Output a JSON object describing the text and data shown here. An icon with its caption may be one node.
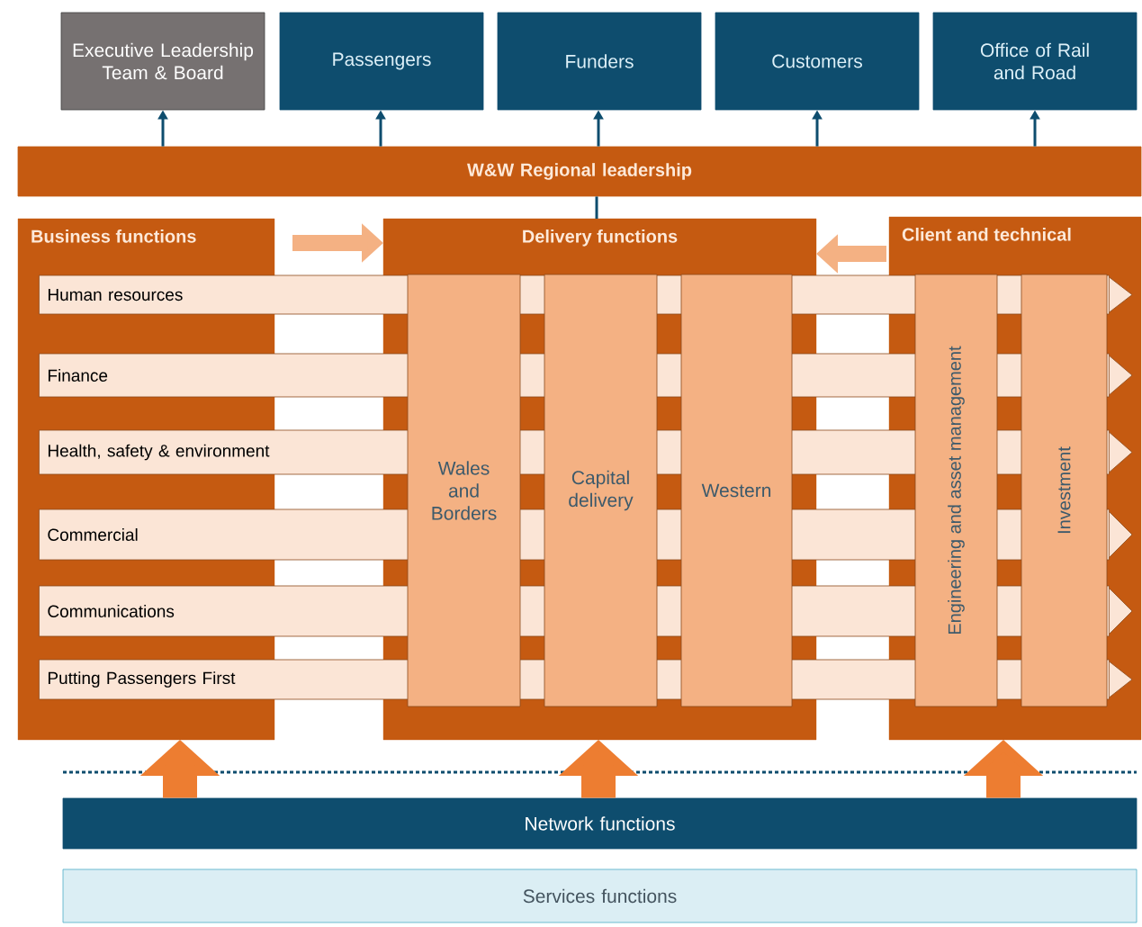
{
  "diagram": {
    "nodes": [
      {
        "text": [
          "Executive Leadership Team & Board"
        ]
      },
      {
        "text": [
          "Passengers"
        ]
      },
      {
        "text": [
          "Funders"
        ]
      },
      {
        "text": [
          "Customers"
        ]
      },
      {
        "text": [
          "Office of Rail and Road"
        ]
      },
      {
        "text": [
          "W&W Regional leadership"
        ]
      },
      {
        "text": [
          "Business functions"
        ]
      },
      {
        "text": [
          "Delivery functions"
        ]
      },
      {
        "text": [
          "Client and technical"
        ]
      },
      {
        "text": [
          "Human resources"
        ]
      },
      {
        "text": [
          "Finance"
        ]
      },
      {
        "text": [
          "Health, safety & environment"
        ]
      },
      {
        "text": [
          "Commercial"
        ]
      },
      {
        "text": [
          "Communications"
        ]
      },
      {
        "text": [
          "Putting Passengers First"
        ]
      },
      {
        "text": [
          "Wales and Borders"
        ],
        "in": 7
      },
      {
        "text": [
          "Capital delivery"
        ],
        "in": 7
      },
      {
        "text": [
          "Western"
        ],
        "in": 7
      },
      {
        "text": [
          "Engineering and asset management"
        ],
        "in": 8
      },
      {
        "text": [
          "Investment"
        ],
        "in": 8
      },
      {
        "text": [
          "Network functions"
        ]
      },
      {
        "text": [
          "Services functions"
        ]
      }
    ],
    "edges": [
      {
        "from": 5,
        "to": 0,
        "arrow": "to"
      },
      {
        "from": 5,
        "to": 1,
        "arrow": "to"
      },
      {
        "from": 5,
        "to": 2,
        "arrow": "to"
      },
      {
        "from": 5,
        "to": 3,
        "arrow": "to"
      },
      {
        "from": 5,
        "to": 4,
        "arrow": "to"
      },
      {
        "from": 5,
        "to": 7,
        "arrow": "none"
      },
      {
        "from": 6,
        "to": 7,
        "arrow": "to",
        "style": "thick",
        "color": "#f4b183"
      },
      {
        "from": 8,
        "to": 7,
        "arrow": "to",
        "style": "thick",
        "color": "#f4b183"
      },
      {
        "from": 20,
        "to": 6,
        "arrow": "to",
        "style": "thick",
        "color": "#ed7d31"
      },
      {
        "from": 20,
        "to": 7,
        "arrow": "to",
        "style": "thick",
        "color": "#ed7d31"
      },
      {
        "from": 20,
        "to": 8,
        "arrow": "to",
        "style": "thick",
        "color": "#ed7d31"
      }
    ]
  }
}
